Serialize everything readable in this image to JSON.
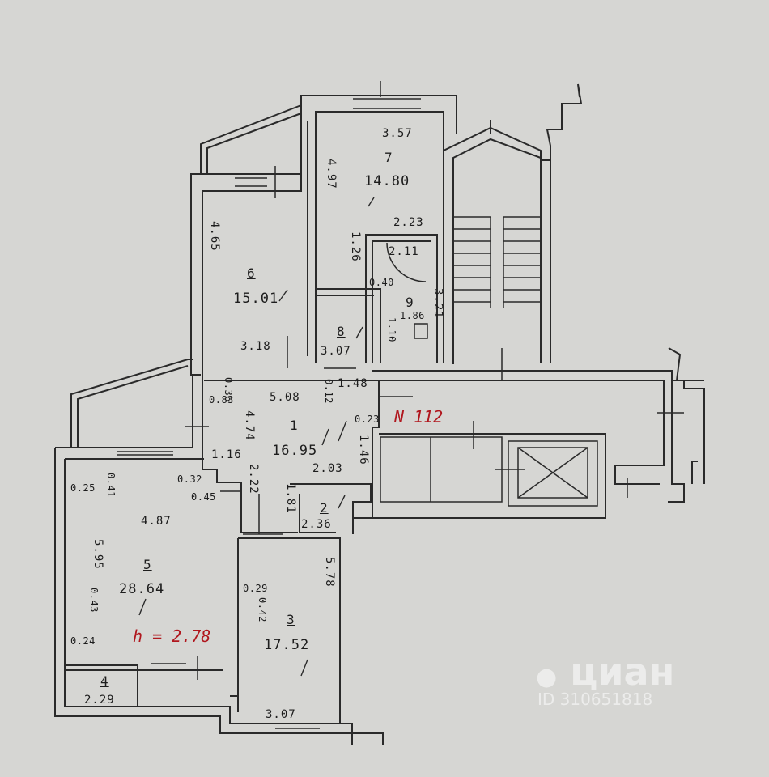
{
  "colors": {
    "paper": "#d6d6d3",
    "ink": "#2a2a2a",
    "red_ink": "#b0161d",
    "watermark": "#ffffff"
  },
  "apartment": {
    "number": "N 112",
    "ceiling_height": "h = 2.78"
  },
  "rooms": [
    {
      "num": "1",
      "area": "16.95"
    },
    {
      "num": "2",
      "area": "2.36"
    },
    {
      "num": "3",
      "area": "17.52"
    },
    {
      "num": "4",
      "area": "2.29"
    },
    {
      "num": "5",
      "area": "28.64"
    },
    {
      "num": "6",
      "area": "15.01"
    },
    {
      "num": "7",
      "area": "14.80"
    },
    {
      "num": "8",
      "area": "3.07"
    },
    {
      "num": "9",
      "area": "1.86"
    }
  ],
  "dims": {
    "d_357": "3.57",
    "d_497": "4.97",
    "d_223": "2.23",
    "d_126": "1.26",
    "d_211": "2.11",
    "d_040": "0.40",
    "d_321": "3.21",
    "d_110": "1.10",
    "d_465": "4.65",
    "d_318": "3.18",
    "d_036": "0.36",
    "d_012": "0.12",
    "d_148": "1.48",
    "d_083": "0.83",
    "d_508": "5.08",
    "d_474": "4.74",
    "d_023": "0.23",
    "d_116": "1.16",
    "d_146": "1.46",
    "d_203": "2.03",
    "d_222": "2.22",
    "d_181": "1.81",
    "d_025": "0.25",
    "d_041": "0.41",
    "d_032": "0.32",
    "d_045": "0.45",
    "d_487": "4.87",
    "d_595": "5.95",
    "d_043": "0.43",
    "d_024": "0.24",
    "d_029": "0.29",
    "d_042": "0.42",
    "d_578": "5.78",
    "d_307": "3.07"
  },
  "watermark": {
    "brand": "циан",
    "id": "ID 310651818"
  }
}
